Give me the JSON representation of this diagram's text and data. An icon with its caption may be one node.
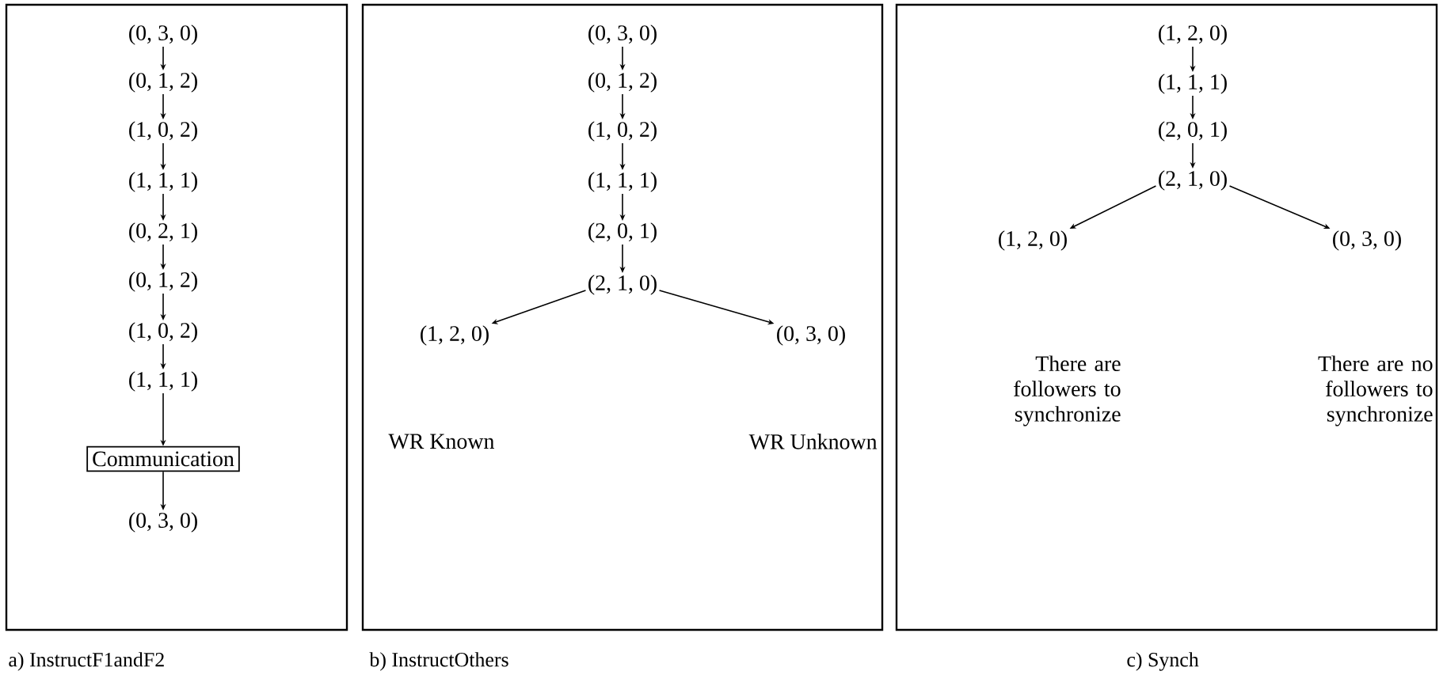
{
  "diagram": {
    "nodes": [
      {
        "text": [
          "a) InstructF1andF2"
        ]
      },
      {
        "text": [
          "(0, 3, 0)"
        ],
        "in": 0
      },
      {
        "text": [
          "(0, 1, 2)"
        ],
        "in": 0
      },
      {
        "text": [
          "(1, 0, 2)"
        ],
        "in": 0
      },
      {
        "text": [
          "(1, 1, 1)"
        ],
        "in": 0
      },
      {
        "text": [
          "(0, 2, 1)"
        ],
        "in": 0
      },
      {
        "text": [
          "(0, 1, 2)"
        ],
        "in": 0
      },
      {
        "text": [
          "(1, 0, 2)"
        ],
        "in": 0
      },
      {
        "text": [
          "(1, 1, 1)"
        ],
        "in": 0
      },
      {
        "text": [
          "Communication"
        ],
        "in": 0
      },
      {
        "text": [
          "(0, 3, 0)"
        ],
        "in": 0
      },
      {
        "text": [
          "b) InstructOthers"
        ]
      },
      {
        "text": [
          "(0, 3, 0)"
        ],
        "in": 11
      },
      {
        "text": [
          "(0, 1, 2)"
        ],
        "in": 11
      },
      {
        "text": [
          "(1, 0, 2)"
        ],
        "in": 11
      },
      {
        "text": [
          "(1, 1, 1)"
        ],
        "in": 11
      },
      {
        "text": [
          "(2, 0, 1)"
        ],
        "in": 11
      },
      {
        "text": [
          "(2, 1, 0)"
        ],
        "in": 11
      },
      {
        "text": [
          "(1, 2, 0)"
        ],
        "in": 11
      },
      {
        "text": [
          "(0, 3, 0)"
        ],
        "in": 11
      },
      {
        "text": [
          "c) Synch"
        ]
      },
      {
        "text": [
          "(1, 2, 0)"
        ],
        "in": 20
      },
      {
        "text": [
          "(1, 1, 1)"
        ],
        "in": 20
      },
      {
        "text": [
          "(2, 0, 1)"
        ],
        "in": 20
      },
      {
        "text": [
          "(2, 1, 0)"
        ],
        "in": 20
      },
      {
        "text": [
          "(1, 2, 0)"
        ],
        "in": 20
      },
      {
        "text": [
          "(0, 3, 0)"
        ],
        "in": 20
      }
    ],
    "labels": [
      "WR Known",
      "WR Unknown",
      "There are followers to synchronize",
      "There are no followers to synchronize"
    ],
    "edges": [
      {
        "from": 1,
        "to": 2,
        "arrow": "to"
      },
      {
        "from": 2,
        "to": 3,
        "arrow": "to"
      },
      {
        "from": 3,
        "to": 4,
        "arrow": "to"
      },
      {
        "from": 4,
        "to": 5,
        "arrow": "to"
      },
      {
        "from": 5,
        "to": 6,
        "arrow": "to"
      },
      {
        "from": 6,
        "to": 7,
        "arrow": "to"
      },
      {
        "from": 7,
        "to": 8,
        "arrow": "to"
      },
      {
        "from": 8,
        "to": 9,
        "arrow": "to"
      },
      {
        "from": 9,
        "to": 10,
        "arrow": "to"
      },
      {
        "from": 12,
        "to": 13,
        "arrow": "to"
      },
      {
        "from": 13,
        "to": 14,
        "arrow": "to"
      },
      {
        "from": 14,
        "to": 15,
        "arrow": "to"
      },
      {
        "from": 15,
        "to": 16,
        "arrow": "to"
      },
      {
        "from": 16,
        "to": 17,
        "arrow": "to"
      },
      {
        "from": 17,
        "to": 18,
        "arrow": "to"
      },
      {
        "from": 17,
        "to": 19,
        "arrow": "to"
      },
      {
        "from": 21,
        "to": 22,
        "arrow": "to"
      },
      {
        "from": 22,
        "to": 23,
        "arrow": "to"
      },
      {
        "from": 23,
        "to": 24,
        "arrow": "to"
      },
      {
        "from": 24,
        "to": 25,
        "arrow": "to"
      },
      {
        "from": 24,
        "to": 26,
        "arrow": "to"
      }
    ]
  }
}
